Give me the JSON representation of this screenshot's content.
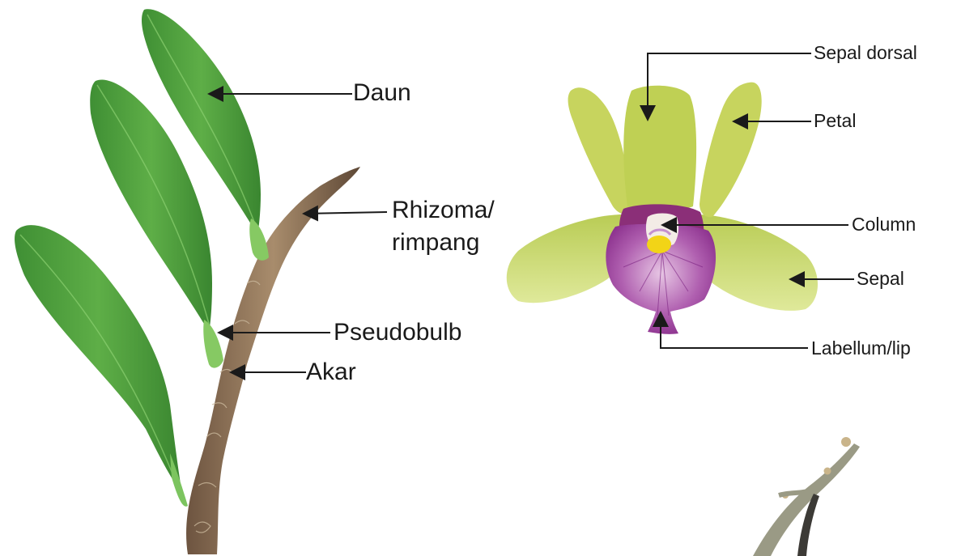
{
  "colors": {
    "leaf": "#4e9e3d",
    "leaf_light": "#7cc45f",
    "rhizome": "#8a6f52",
    "root": "#a58b6b",
    "sepal": "#c9d96b",
    "sepal_light": "#e4ec9c",
    "lip_purple": "#9b3fa0",
    "column_yellow": "#f2d417",
    "line": "#1a1a1a"
  },
  "plant": {
    "labels": {
      "daun": "Daun",
      "rhizoma_line1": "Rhizoma/",
      "rhizoma_line2": "rimpang",
      "pseudobulb": "Pseudobulb",
      "akar": "Akar"
    }
  },
  "flower": {
    "labels": {
      "sepal_dorsal": "Sepal dorsal",
      "petal": "Petal",
      "column": "Column",
      "sepal": "Sepal",
      "labellum": "Labellum/lip"
    }
  },
  "icons": [
    "arrow-head-icon"
  ]
}
